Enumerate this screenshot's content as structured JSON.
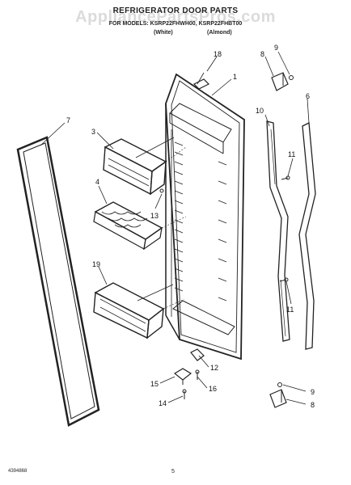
{
  "header": {
    "title": "REFRIGERATOR DOOR PARTS",
    "models": "FOR MODELS: KSRP22FHWH00, KSRP22FHBT00",
    "sub_white": "(White)",
    "sub_almond": "(Almond)",
    "watermark": "AppliancePartsPros.com"
  },
  "callouts": [
    "18",
    "1",
    "8",
    "9",
    "7",
    "3",
    "10",
    "6",
    "4",
    "11",
    "13",
    "19",
    "11",
    "12",
    "15",
    "16",
    "14",
    "9",
    "8"
  ],
  "footer": {
    "left_code": "4394868",
    "page": "5"
  }
}
